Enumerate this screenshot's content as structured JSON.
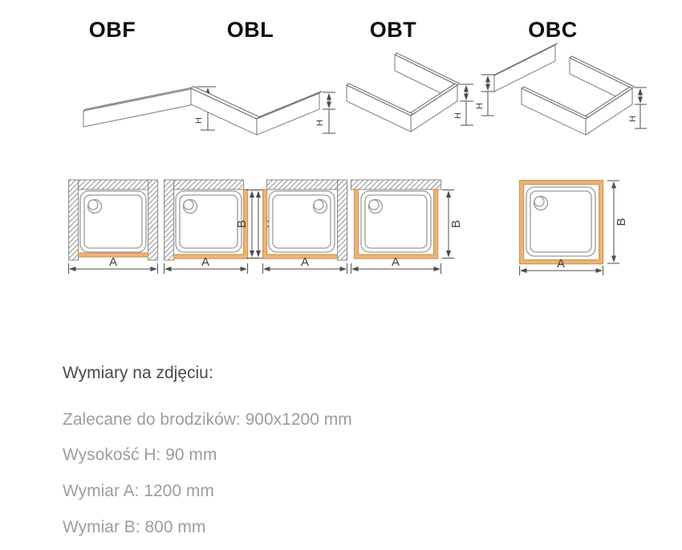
{
  "variant_labels": [
    {
      "label": "OBF"
    },
    {
      "label": "OBL"
    },
    {
      "label": "OBT"
    },
    {
      "label": "OBC"
    }
  ],
  "dimension_letters": {
    "height": "H",
    "width": "A",
    "depth": "B"
  },
  "specs": {
    "heading": "Wymiary na zdjęciu:",
    "lines": [
      {
        "text": "Zalecane do brodzików: 900x1200 mm"
      },
      {
        "text": "Wysokość H: 90 mm"
      },
      {
        "text": "Wymiar A: 1200 mm"
      },
      {
        "text": "Wymiar B: 800 mm"
      }
    ]
  },
  "colors": {
    "accent_fill": "#F0B277",
    "accent_stroke": "#CC9A55",
    "drawing_line": "#8f8f8f",
    "dimension_text": "#3f3f3f",
    "variant_label_text": "#0e0e0e",
    "heading_text": "#4a4a4a",
    "body_text": "#9d9d9d",
    "background": "#ffffff"
  }
}
